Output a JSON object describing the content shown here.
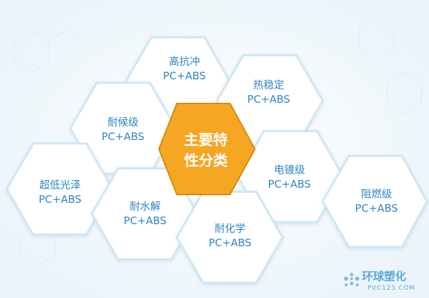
{
  "center": {
    "line1": "主要特",
    "line2": "性分类",
    "fill": "#f5a623",
    "stroke": "#d48a0c"
  },
  "categories": [
    {
      "id": "high-impact",
      "name": "高抗冲",
      "material": "PC+ABS"
    },
    {
      "id": "heat-stable",
      "name": "热稳定",
      "material": "PC+ABS"
    },
    {
      "id": "weather-resistant",
      "name": "耐候级",
      "material": "PC+ABS"
    },
    {
      "id": "electroplating",
      "name": "电镀级",
      "material": "PC+ABS"
    },
    {
      "id": "ultra-low-gloss",
      "name": "超低光泽",
      "material": "PC+ABS"
    },
    {
      "id": "flame-retardant",
      "name": "阻燃级",
      "material": "PC+ABS"
    },
    {
      "id": "hydrolysis-resistant",
      "name": "耐水解",
      "material": "PC+ABS"
    },
    {
      "id": "chemical-resistant",
      "name": "耐化学",
      "material": "PC+ABS"
    }
  ],
  "watermark": {
    "name_cn": "环球塑化",
    "domain": "PVC123.COM"
  },
  "colors": {
    "hex_stroke": "#cfe6f3",
    "hex_fill": "#ffffff",
    "text": "#2e86c1",
    "background": "#f4f9fc"
  }
}
